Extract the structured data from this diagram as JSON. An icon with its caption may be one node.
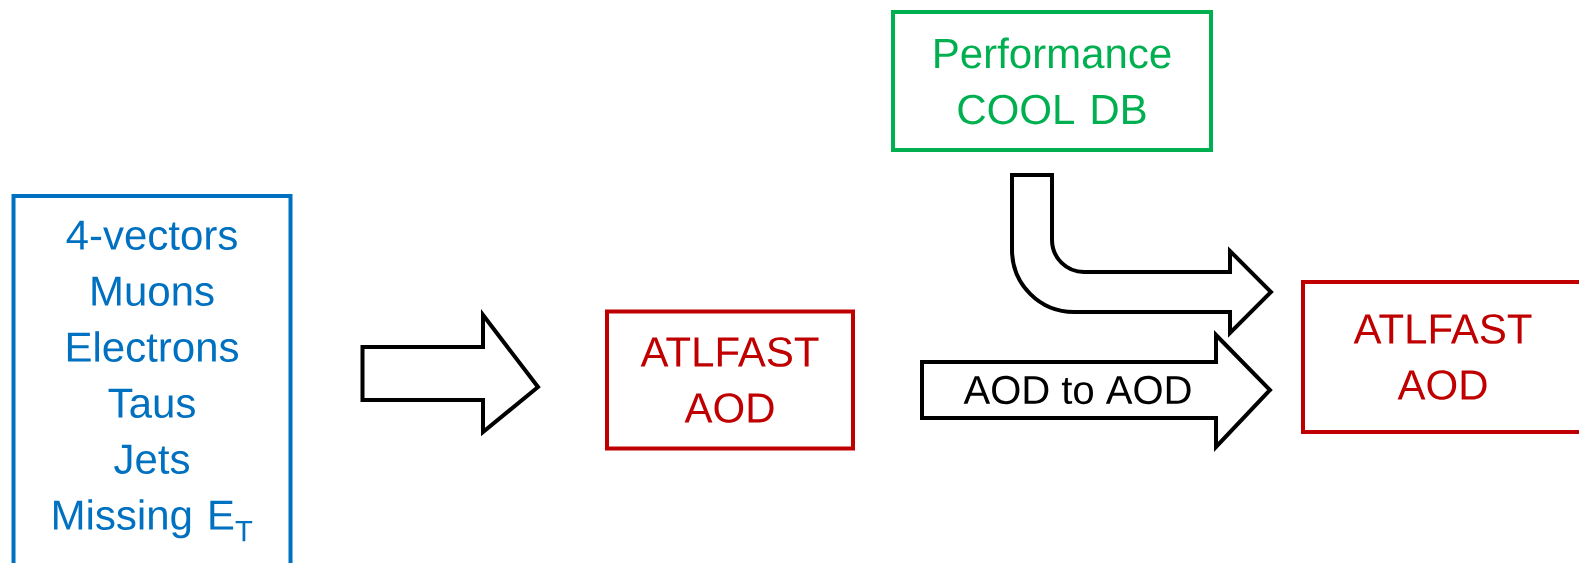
{
  "diagram": {
    "nodes": [
      {
        "text": [
          "4-vectors",
          "Muons",
          "Electrons",
          "Taus",
          "Jets",
          "Missing E$_{T}$"
        ]
      },
      {
        "text": [
          "ATLFAST AOD"
        ]
      },
      {
        "text": [
          "Performance COOL DB"
        ]
      },
      {
        "text": [
          "ATLFAST AOD"
        ]
      }
    ],
    "edges": [
      {
        "from": 0,
        "to": 1,
        "arrow": "to"
      },
      {
        "from": 1,
        "to": 3,
        "arrow": "to",
        "label": "AOD to AOD"
      },
      {
        "from": 2,
        "to": 3,
        "arrow": "to"
      }
    ]
  }
}
